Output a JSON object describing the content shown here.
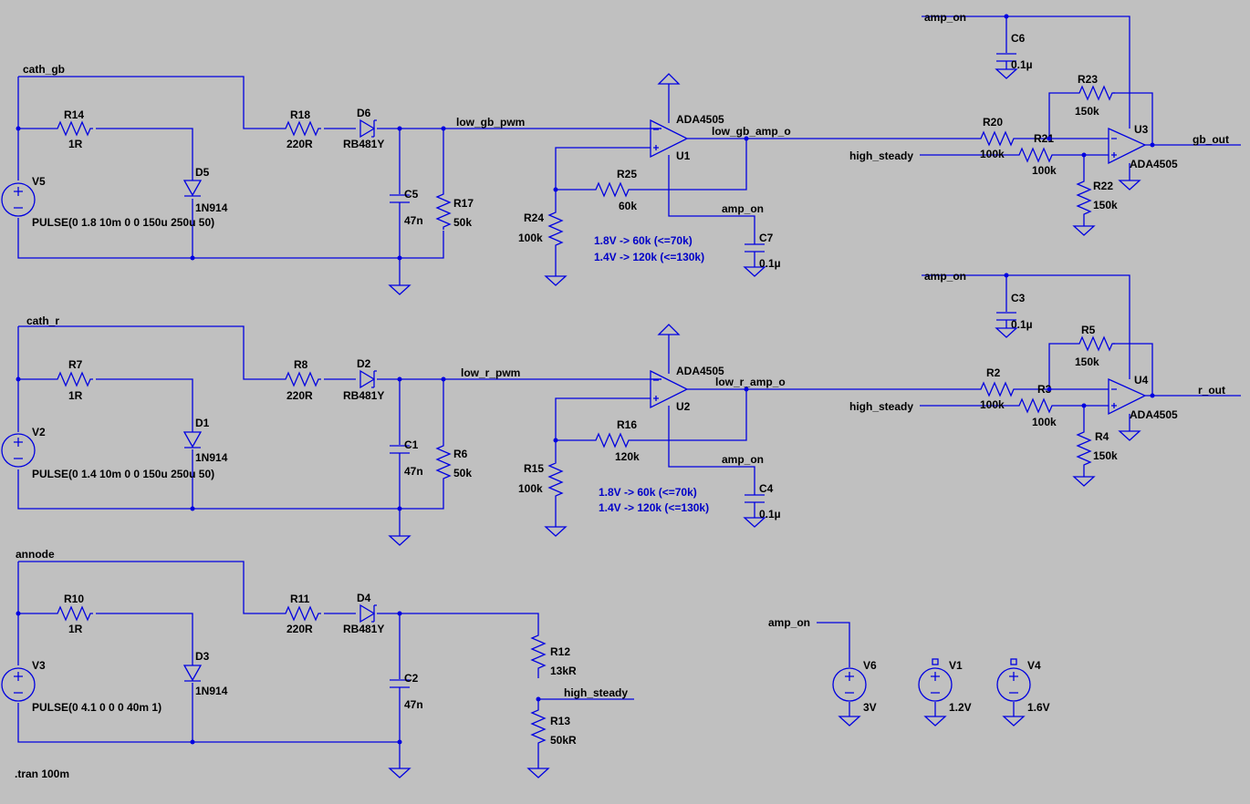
{
  "schematic": {
    "directive": ".tran 100m",
    "nets": {
      "cath_gb": "cath_gb",
      "cath_r": "cath_r",
      "annode": "annode",
      "low_gb_pwm": "low_gb_pwm",
      "low_r_pwm": "low_r_pwm",
      "low_gb_amp_o": "low_gb_amp_o",
      "low_r_amp_o": "low_r_amp_o",
      "high_steady": "high_steady",
      "amp_on": "amp_on",
      "gb_out": "gb_out",
      "r_out": "r_out"
    },
    "sources": {
      "V5": {
        "name": "V5",
        "value": "PULSE(0 1.8 10m 0 0 150u 250u 50)"
      },
      "V2": {
        "name": "V2",
        "value": "PULSE(0 1.4 10m 0 0 150u 250u 50)"
      },
      "V3": {
        "name": "V3",
        "value": "PULSE(0 4.1 0 0 0 40m 1)"
      },
      "V6": {
        "name": "V6",
        "value": "3V"
      },
      "V1": {
        "name": "V1",
        "value": "1.2V"
      },
      "V4": {
        "name": "V4",
        "value": "1.6V"
      }
    },
    "resistors": {
      "R14": {
        "name": "R14",
        "value": "1R"
      },
      "R18": {
        "name": "R18",
        "value": "220R"
      },
      "R17": {
        "name": "R17",
        "value": "50k"
      },
      "R24": {
        "name": "R24",
        "value": "100k"
      },
      "R25": {
        "name": "R25",
        "value": "60k"
      },
      "R20": {
        "name": "R20",
        "value": "100k"
      },
      "R21": {
        "name": "R21",
        "value": "100k"
      },
      "R22": {
        "name": "R22",
        "value": "150k"
      },
      "R23": {
        "name": "R23",
        "value": "150k"
      },
      "R7": {
        "name": "R7",
        "value": "1R"
      },
      "R8": {
        "name": "R8",
        "value": "220R"
      },
      "R6": {
        "name": "R6",
        "value": "50k"
      },
      "R15": {
        "name": "R15",
        "value": "100k"
      },
      "R16": {
        "name": "R16",
        "value": "120k"
      },
      "R2": {
        "name": "R2",
        "value": "100k"
      },
      "R3": {
        "name": "R3",
        "value": "100k"
      },
      "R4": {
        "name": "R4",
        "value": "150k"
      },
      "R5": {
        "name": "R5",
        "value": "150k"
      },
      "R10": {
        "name": "R10",
        "value": "1R"
      },
      "R11": {
        "name": "R11",
        "value": "220R"
      },
      "R12": {
        "name": "R12",
        "value": "13kR"
      },
      "R13": {
        "name": "R13",
        "value": "50kR"
      }
    },
    "capacitors": {
      "C5": {
        "name": "C5",
        "value": "47n"
      },
      "C1": {
        "name": "C1",
        "value": "47n"
      },
      "C2": {
        "name": "C2",
        "value": "47n"
      },
      "C6": {
        "name": "C6",
        "value": "0.1µ"
      },
      "C7": {
        "name": "C7",
        "value": "0.1µ"
      },
      "C3": {
        "name": "C3",
        "value": "0.1µ"
      },
      "C4": {
        "name": "C4",
        "value": "0.1µ"
      }
    },
    "diodes": {
      "D5": {
        "name": "D5",
        "value": "1N914"
      },
      "D1": {
        "name": "D1",
        "value": "1N914"
      },
      "D3": {
        "name": "D3",
        "value": "1N914"
      },
      "D6": {
        "name": "D6",
        "value": "RB481Y"
      },
      "D2": {
        "name": "D2",
        "value": "RB481Y"
      },
      "D4": {
        "name": "D4",
        "value": "RB481Y"
      }
    },
    "opamps": {
      "U1": {
        "name": "U1",
        "value": "ADA4505"
      },
      "U2": {
        "name": "U2",
        "value": "ADA4505"
      },
      "U3": {
        "name": "U3",
        "value": "ADA4505"
      },
      "U4": {
        "name": "U4",
        "value": "ADA4505"
      }
    },
    "notes": {
      "gb_line1": "1.8V -> 60k (<=70k)",
      "gb_line2": "1.4V -> 120k (<=130k)",
      "r_line1": "1.8V -> 60k (<=70k)",
      "r_line2": "1.4V -> 120k (<=130k)"
    },
    "colors": {
      "wire": "#0000e0",
      "background": "#c0c0c0",
      "text": "#000000",
      "comment": "#0000c8"
    }
  }
}
